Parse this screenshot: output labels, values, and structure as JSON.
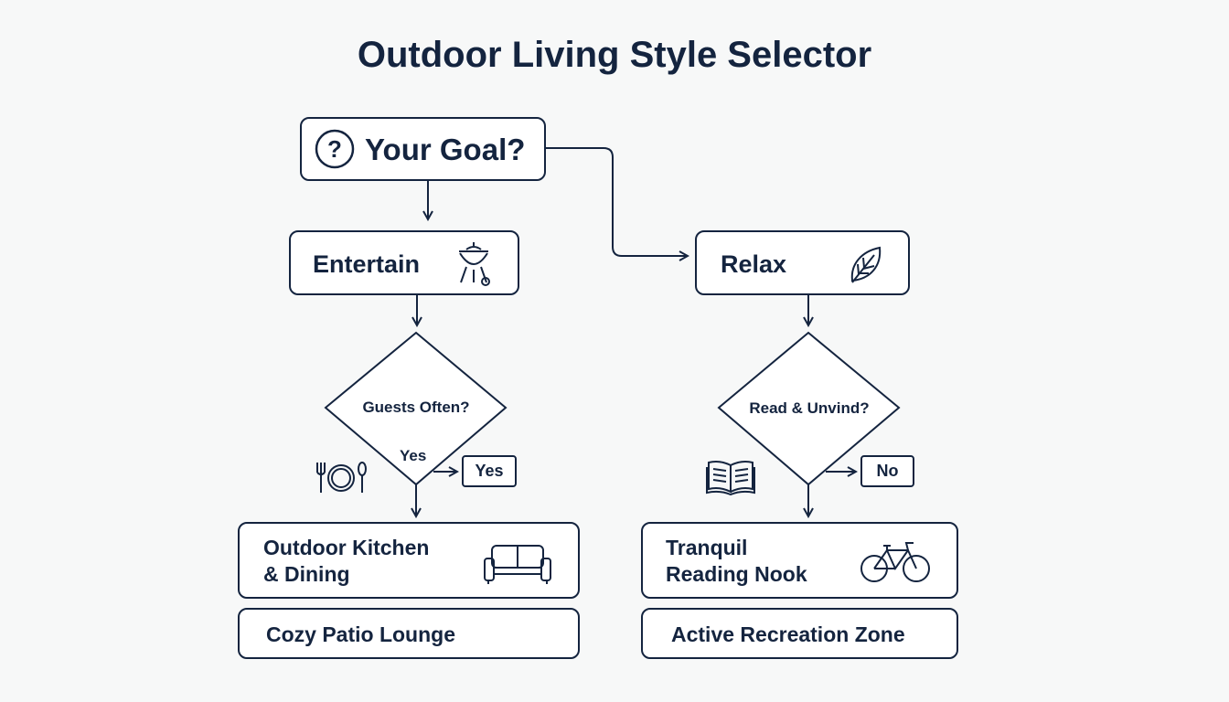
{
  "title": "Outdoor Living Style Selector",
  "start": {
    "label": "Your Goal?",
    "icon": "question-circle-icon"
  },
  "branches": [
    {
      "label": "Entertain",
      "icon": "grill-icon",
      "decision": {
        "question": "Guests Often?",
        "answer_label": "Yes",
        "answer_box": "Yes",
        "side_icon": "plate-cutlery-icon"
      },
      "result": {
        "line1": "Outdoor Kitchen",
        "line2": "& Dining",
        "icon": "sofa-icon"
      },
      "alternative": "Cozy Patio Lounge"
    },
    {
      "label": "Relax",
      "icon": "leaf-icon",
      "decision": {
        "question": "Read & Unvind?",
        "answer_box": "No",
        "side_icon": "open-book-icon"
      },
      "result": {
        "line1": "Tranquil",
        "line2": "Reading Nook",
        "icon": "bicycle-icon"
      },
      "alternative": "Active Recreation Zone"
    }
  ],
  "colors": {
    "ink": "#14243f",
    "background": "#f7f8f8",
    "box_fill": "#ffffff"
  }
}
